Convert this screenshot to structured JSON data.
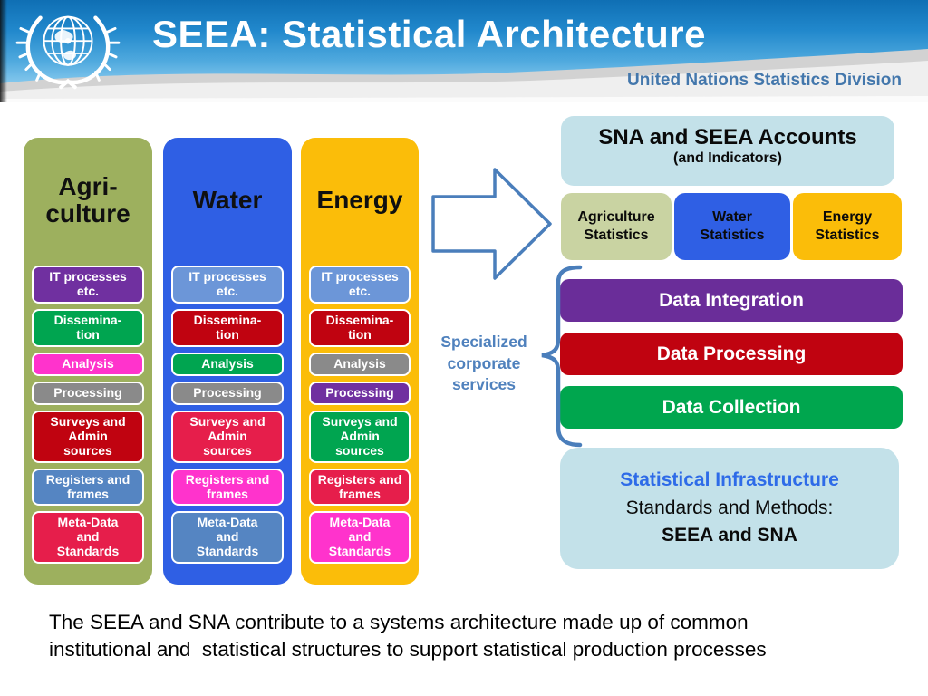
{
  "header": {
    "title": "SEEA: Statistical Architecture",
    "org": "United Nations Statistics Division",
    "logo_icon": "un-emblem-icon",
    "colors": {
      "band_top": "#0F6FB4",
      "band_bottom": "#AADDF5",
      "org_text": "#4377AC"
    }
  },
  "pipeline_columns": [
    {
      "title": "Agri-\nculture",
      "bg": "#9DB05E",
      "boxes": [
        {
          "label": "IT processes\netc.",
          "bg": "#7030A0"
        },
        {
          "label": "Dissemina-\ntion",
          "bg": "#00A550"
        },
        {
          "label": "Analysis",
          "bg": "#FF33CC"
        },
        {
          "label": "Processing",
          "bg": "#8A8A8A"
        },
        {
          "label": "Surveys and\nAdmin\nsources",
          "bg": "#C00310"
        },
        {
          "label": "Registers and\nframes",
          "bg": "#5585C2"
        },
        {
          "label": "Meta-Data\nand\nStandards",
          "bg": "#E61E4B"
        }
      ]
    },
    {
      "title": "Water",
      "bg": "#2F5FE4",
      "boxes": [
        {
          "label": "IT processes\netc.",
          "bg": "#6C96D8"
        },
        {
          "label": "Dissemina-\ntion",
          "bg": "#C00310"
        },
        {
          "label": "Analysis",
          "bg": "#00A550"
        },
        {
          "label": "Processing",
          "bg": "#8A8A8A"
        },
        {
          "label": "Surveys and\nAdmin\nsources",
          "bg": "#E61E4B"
        },
        {
          "label": "Registers and\nframes",
          "bg": "#FF33CC"
        },
        {
          "label": "Meta-Data\nand\nStandards",
          "bg": "#5585C2"
        }
      ]
    },
    {
      "title": "Energy",
      "bg": "#FBBD09",
      "boxes": [
        {
          "label": "IT processes\netc.",
          "bg": "#6C96D8"
        },
        {
          "label": "Dissemina-\ntion",
          "bg": "#C00310"
        },
        {
          "label": "Analysis",
          "bg": "#8A8A8A"
        },
        {
          "label": "Processing",
          "bg": "#7030A0"
        },
        {
          "label": "Surveys and\nAdmin\nsources",
          "bg": "#00A550"
        },
        {
          "label": "Registers and\nframes",
          "bg": "#E61E4B"
        },
        {
          "label": "Meta-Data\nand\nStandards",
          "bg": "#FF33CC"
        }
      ]
    }
  ],
  "arrow": {
    "icon": "right-block-arrow-icon",
    "stroke": "#4A7EBB",
    "fill": "#FFFFFF"
  },
  "accounts": {
    "title": "SNA and SEEA Accounts",
    "subtitle": "(and Indicators)",
    "bg": "#C3E1E9"
  },
  "statistics_boxes": [
    {
      "label": "Agriculture\nStatistics",
      "bg": "#C9D3A2"
    },
    {
      "label": "Water\nStatistics",
      "bg": "#2F5FE4"
    },
    {
      "label": "Energy\nStatistics",
      "bg": "#FBBD09"
    }
  ],
  "data_bars": [
    {
      "label": "Data Integration",
      "bg": "#6A2D99"
    },
    {
      "label": "Data Processing",
      "bg": "#C00310"
    },
    {
      "label": "Data Collection",
      "bg": "#00A64E"
    }
  ],
  "services_note": {
    "text": "Specialized corporate services",
    "color": "#4F81BD",
    "brace_color": "#4A7EBB"
  },
  "infrastructure": {
    "line1": "Statistical Infrastructure",
    "line2": "Standards and Methods:",
    "line3": "SEEA and SNA",
    "bg": "#C3E1E9",
    "line1_color": "#2E6BE8"
  },
  "footer": {
    "text": "The SEEA and SNA contribute to a systems architecture made up of common\ninstitutional and  statistical structures to support statistical production processes"
  }
}
